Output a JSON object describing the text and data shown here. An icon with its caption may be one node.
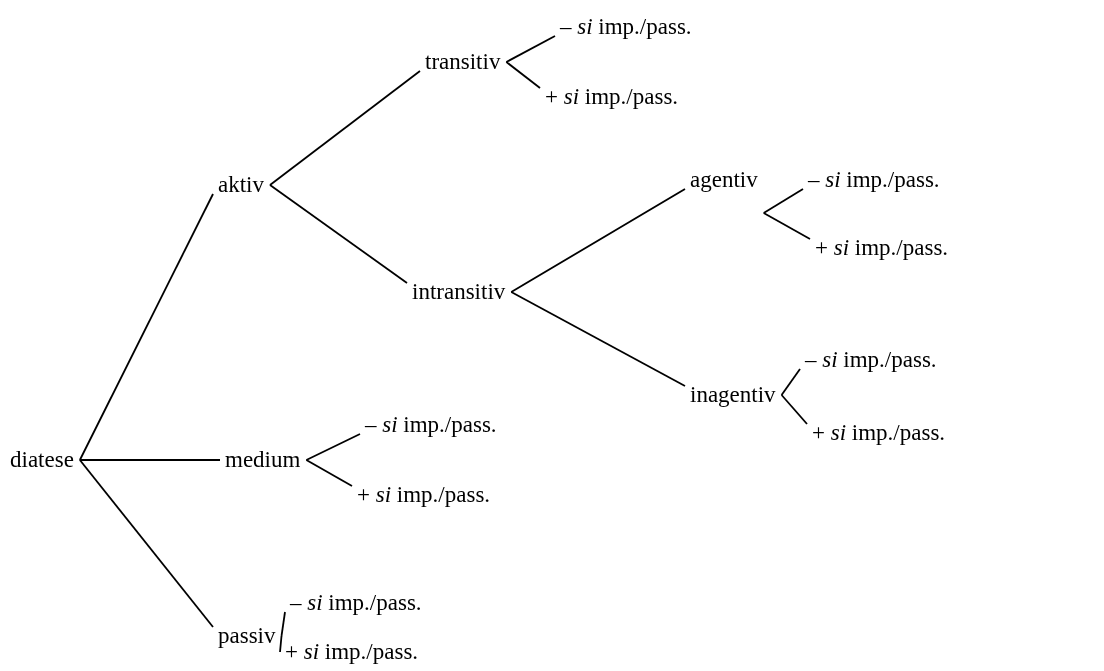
{
  "diagram": {
    "nodes": [
      {
        "text": [
          "diatese"
        ]
      },
      {
        "text": [
          "aktiv"
        ]
      },
      {
        "text": [
          "transitiv"
        ]
      },
      {
        "text": [
          "– *si* imp./pass."
        ]
      },
      {
        "text": [
          "+ *si* imp./pass."
        ]
      },
      {
        "text": [
          "intransitiv"
        ]
      },
      {
        "text": [
          "agentiv"
        ]
      },
      {
        "text": [
          "– *si* imp./pass."
        ]
      },
      {
        "text": [
          "+ *si* imp./pass."
        ]
      },
      {
        "text": [
          "inagentiv"
        ]
      },
      {
        "text": [
          "– *si* imp./pass."
        ]
      },
      {
        "text": [
          "+ *si* imp./pass."
        ]
      },
      {
        "text": [
          "medium"
        ]
      },
      {
        "text": [
          "– *si* imp./pass."
        ]
      },
      {
        "text": [
          "+ *si* imp./pass."
        ]
      },
      {
        "text": [
          "passiv"
        ]
      },
      {
        "text": [
          "– *si* imp./pass."
        ]
      },
      {
        "text": [
          "+ *si* imp./pass."
        ]
      }
    ],
    "edges": [
      {
        "from": 0,
        "to": 1,
        "arrow": "none"
      },
      {
        "from": 1,
        "to": 2,
        "arrow": "none"
      },
      {
        "from": 2,
        "to": 3,
        "arrow": "none"
      },
      {
        "from": 2,
        "to": 4,
        "arrow": "none"
      },
      {
        "from": 1,
        "to": 5,
        "arrow": "none"
      },
      {
        "from": 5,
        "to": 6,
        "arrow": "none"
      },
      {
        "from": 6,
        "to": 7,
        "arrow": "none"
      },
      {
        "from": 6,
        "to": 8,
        "arrow": "none"
      },
      {
        "from": 5,
        "to": 9,
        "arrow": "none"
      },
      {
        "from": 9,
        "to": 10,
        "arrow": "none"
      },
      {
        "from": 9,
        "to": 11,
        "arrow": "none"
      },
      {
        "from": 0,
        "to": 12,
        "arrow": "none"
      },
      {
        "from": 12,
        "to": 13,
        "arrow": "none"
      },
      {
        "from": 12,
        "to": 14,
        "arrow": "none"
      },
      {
        "from": 0,
        "to": 15,
        "arrow": "none"
      },
      {
        "from": 15,
        "to": 16,
        "arrow": "none"
      },
      {
        "from": 15,
        "to": 17,
        "arrow": "none"
      }
    ]
  }
}
